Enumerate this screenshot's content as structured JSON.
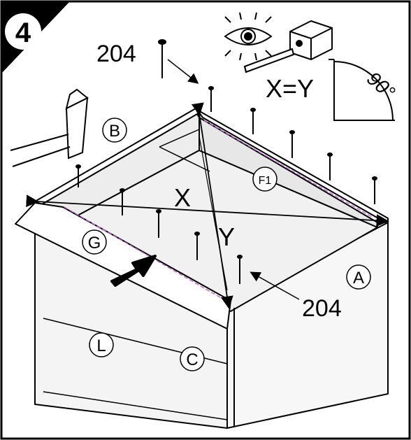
{
  "step": {
    "number": "4"
  },
  "labels": {
    "nail_code_top": "204",
    "nail_code_right": "204",
    "panel_A": "A",
    "panel_B": "B",
    "panel_C": "C",
    "panel_G": "G",
    "panel_L": "L",
    "panel_F1": "F1",
    "diag_X": "X",
    "diag_Y": "Y",
    "equation": "X=Y",
    "angle": "90°"
  },
  "icons": [
    "hammer-icon",
    "eye-icon",
    "tape-measure-icon",
    "nail-icon",
    "right-angle-icon"
  ],
  "colors": {
    "ink": "#000000",
    "paper": "#ffffff",
    "panel_shade": "#ececec",
    "nail_guide": "#c06ad0"
  }
}
